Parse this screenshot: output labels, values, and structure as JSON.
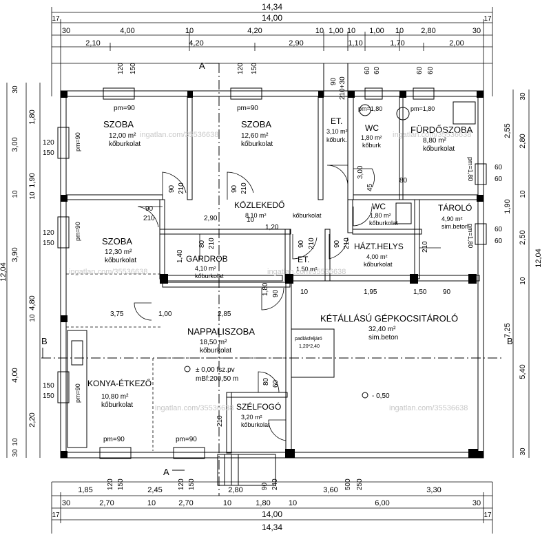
{
  "rooms": [
    {
      "name": "SZOBA",
      "area": "12,00 m²",
      "floor": "kőburkolat"
    },
    {
      "name": "SZOBA",
      "area": "12,60 m²",
      "floor": "kőburkolat"
    },
    {
      "name": "ET.",
      "area": "3,10 m²",
      "floor": "kőburk."
    },
    {
      "name": "WC",
      "area": "1,80 m²",
      "floor": "kőburk"
    },
    {
      "name": "FÜRDŐSZOBA",
      "area": "8,80 m²",
      "floor": "kőburkolat"
    },
    {
      "name": "KÖZLEKEDŐ",
      "area": "8,10 m²",
      "floor": "kőburkolat"
    },
    {
      "name": "SZOBA",
      "area": "12,30 m²",
      "floor": "kőburkolat"
    },
    {
      "name": "GARDROB",
      "area": "4,10 m²",
      "floor": "kőburkolat"
    },
    {
      "name": "ET.",
      "area": "1,50 m²",
      "floor": ""
    },
    {
      "name": "WC",
      "area": "1,80 m²",
      "floor": "kőburkolat"
    },
    {
      "name": "HÁZT.HELYS",
      "area": "4,00 m²",
      "floor": "kőburkolat"
    },
    {
      "name": "TÁROLÓ",
      "area": "4,90 m²",
      "floor": "sim.beton"
    },
    {
      "name": "NAPPALISZOBA",
      "area": "18,50 m²",
      "floor": "kőburkolat"
    },
    {
      "name": "KÉTÁLLÁSÚ GÉPKOCSITÁROLÓ",
      "area": "32,40 m²",
      "floor": "sim.beton"
    },
    {
      "name": "KONYA-ÉTKEZŐ",
      "area": "10,80 m²",
      "floor": "kőburkolat"
    },
    {
      "name": "SZÉLFOGÓ",
      "area": "3,20 m²",
      "floor": "kőburkolat"
    }
  ],
  "annotations": {
    "level": "± 0,00 fsz.pv",
    "mbf": "mBf:200,50 m",
    "garage_level": "- 0,50",
    "attic": "padlásfeljáró",
    "attic_size": "1,20*2,40",
    "section_a": "A",
    "section_b": "B",
    "pm90": "pm=90",
    "pm180": "pm=1,80",
    "watermark": "ingatlan.com/35536638"
  },
  "dims": {
    "top1": [
      "14,34"
    ],
    "top2": [
      "17",
      "14,00",
      "17"
    ],
    "top3": [
      "30",
      "4,00",
      "10",
      "4,20",
      "10",
      "1,00",
      "10",
      "1,00",
      "10",
      "2,80",
      "30"
    ],
    "top4": [
      "2,10",
      "4,20",
      "2,90",
      "1,10",
      "1,70",
      "2,00"
    ],
    "top5": [
      "120",
      "150",
      "120",
      "150",
      "90",
      "210+30",
      "60",
      "60",
      "60",
      "60"
    ],
    "bot1": [
      "1,85",
      "2,45",
      "2,80",
      "3,60",
      "3,30"
    ],
    "bot2": [
      "120",
      "150",
      "120",
      "150",
      "90",
      "240",
      "500",
      "250"
    ],
    "bot3": [
      "30",
      "2,70",
      "10",
      "2,70",
      "10",
      "1,80",
      "10",
      "6,00",
      "30"
    ],
    "bot4": [
      "17",
      "14,00",
      "17"
    ],
    "bot5": [
      "14,34"
    ],
    "left1": [
      "30",
      "1,80",
      "3,00",
      "10",
      "1,90",
      "10",
      "3,90",
      "4,80",
      "10",
      "4,00",
      "2,20",
      "10",
      "30"
    ],
    "left2": [
      "120",
      "150",
      "120",
      "150",
      "150",
      "150"
    ],
    "left_total": [
      "12,04"
    ],
    "right1": [
      "30",
      "2,55",
      "2,80",
      "10",
      "1,90",
      "2,50",
      "10",
      "7,25",
      "5,40",
      "30"
    ],
    "right2": [
      "60",
      "60",
      "60",
      "60"
    ],
    "right_total": [
      "12,04"
    ],
    "inner": [
      "90",
      "210",
      "90",
      "210",
      "90",
      "210",
      "2,90",
      "10",
      "1,20",
      "1,40",
      "80",
      "210",
      "90",
      "210",
      "90",
      "210",
      "3,00",
      "45",
      "3,75",
      "1,00",
      "2,85",
      "10",
      "1,95",
      "1,50",
      "90",
      "210",
      "1,80",
      "90",
      "210",
      "80",
      "60",
      "80"
    ]
  }
}
